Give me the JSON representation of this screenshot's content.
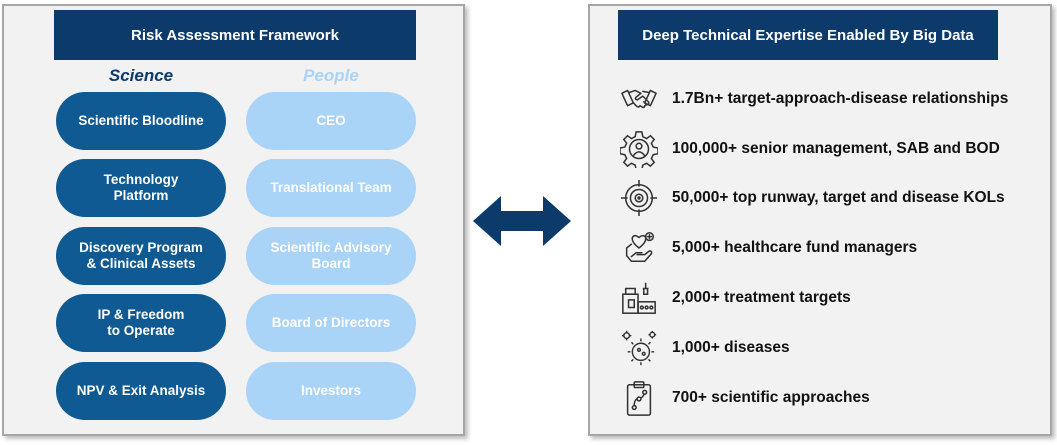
{
  "left_panel": {
    "header": "Risk Assessment Framework",
    "science_title": "Science",
    "people_title": "People",
    "science_items": [
      "Scientific Bloodline",
      "Technology\nPlatform",
      "Discovery Program\n& Clinical Assets",
      "IP & Freedom\nto Operate",
      "NPV & Exit Analysis"
    ],
    "people_items": [
      "CEO",
      "Translational Team",
      "Scientific Advisory\nBoard",
      "Board of Directors",
      "Investors"
    ]
  },
  "right_panel": {
    "header": "Deep Technical Expertise Enabled By Big Data",
    "stats": [
      {
        "icon": "handshake-icon",
        "text": "1.7Bn+ target-approach-disease relationships"
      },
      {
        "icon": "gear-person-icon",
        "text": "100,000+ senior management, SAB and BOD"
      },
      {
        "icon": "target-icon",
        "text": "50,000+ top runway, target and disease KOLs"
      },
      {
        "icon": "hand-heart-icon",
        "text": "5,000+ healthcare fund managers"
      },
      {
        "icon": "medicine-icon",
        "text": "2,000+ treatment targets"
      },
      {
        "icon": "virus-icon",
        "text": "1,000+ diseases"
      },
      {
        "icon": "clipboard-icon",
        "text": "700+ scientific approaches"
      }
    ]
  },
  "colors": {
    "navy": "#0b3a6b",
    "science_pill": "#0f5a92",
    "people_pill": "#a9d3f7",
    "panel_bg": "#f2f2f2"
  }
}
